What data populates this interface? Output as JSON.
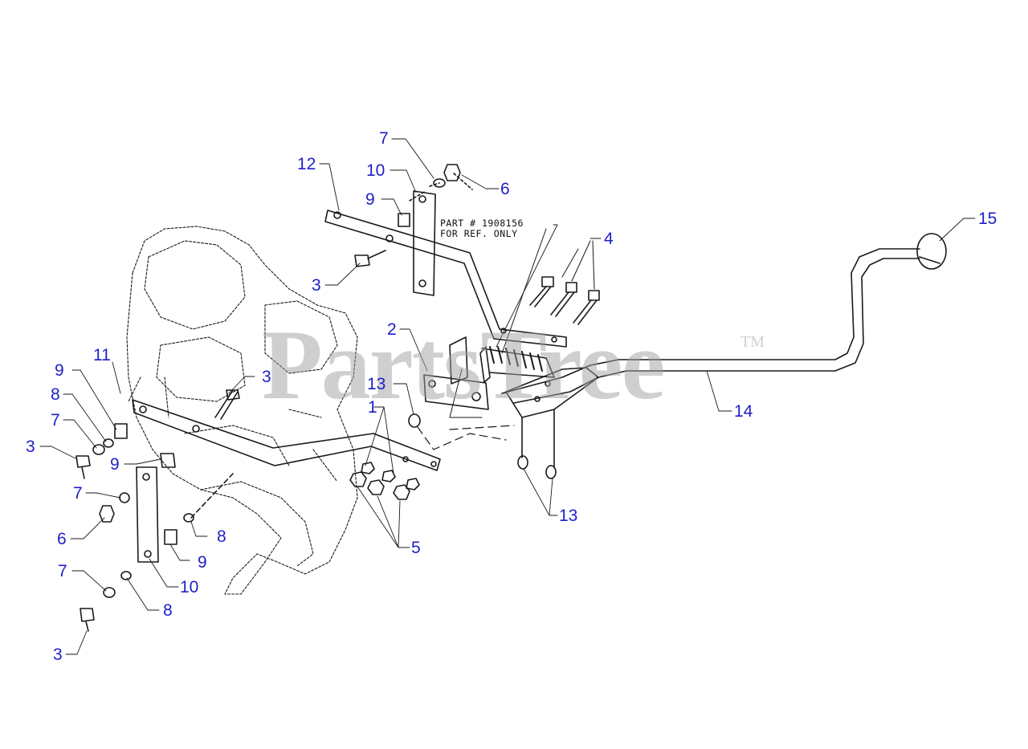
{
  "note": {
    "line1": "PART # 1908156",
    "line2": "FOR REF. ONLY"
  },
  "watermark": {
    "text": "PartsTree",
    "tm": "TM"
  },
  "callouts": [
    "12",
    "10",
    "7",
    "6",
    "9",
    "3",
    "4",
    "15",
    "2",
    "13",
    "1",
    "11",
    "9",
    "8",
    "7",
    "3",
    "9",
    "7",
    "6",
    "8",
    "9",
    "10",
    "7",
    "8",
    "3",
    "5",
    "13",
    "14",
    "3"
  ],
  "colors": {
    "callout": "#1f1fc8",
    "line": "#1a1a1a",
    "watermark": "#a0a0a0"
  }
}
